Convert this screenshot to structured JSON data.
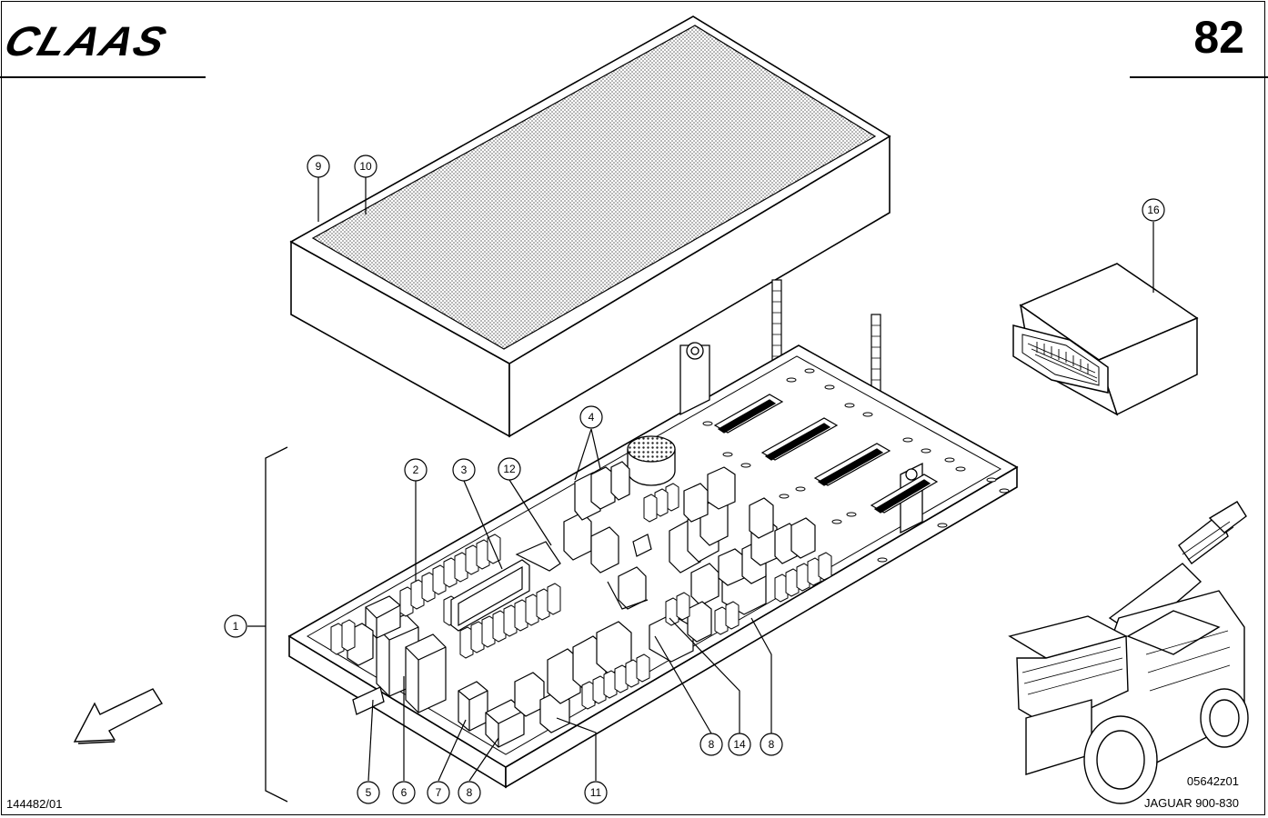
{
  "header": {
    "brand": "CLAAS",
    "page_number": "82"
  },
  "footer": {
    "document_number": "144482/01",
    "drawing_number": "05642z01",
    "model": "JAGUAR 900-830"
  },
  "callouts": {
    "c9": "9",
    "c10": "10",
    "c16": "16",
    "c4": "4",
    "c2": "2",
    "c3": "3",
    "c12": "12",
    "c1": "1",
    "c5": "5",
    "c6": "6",
    "c7": "7",
    "c8a": "8",
    "c11": "11",
    "c8b": "8",
    "c14": "14",
    "c8c": "8"
  },
  "icons": {
    "direction": "front-direction-arrow-icon",
    "machine": "forage-harvester-icon"
  }
}
